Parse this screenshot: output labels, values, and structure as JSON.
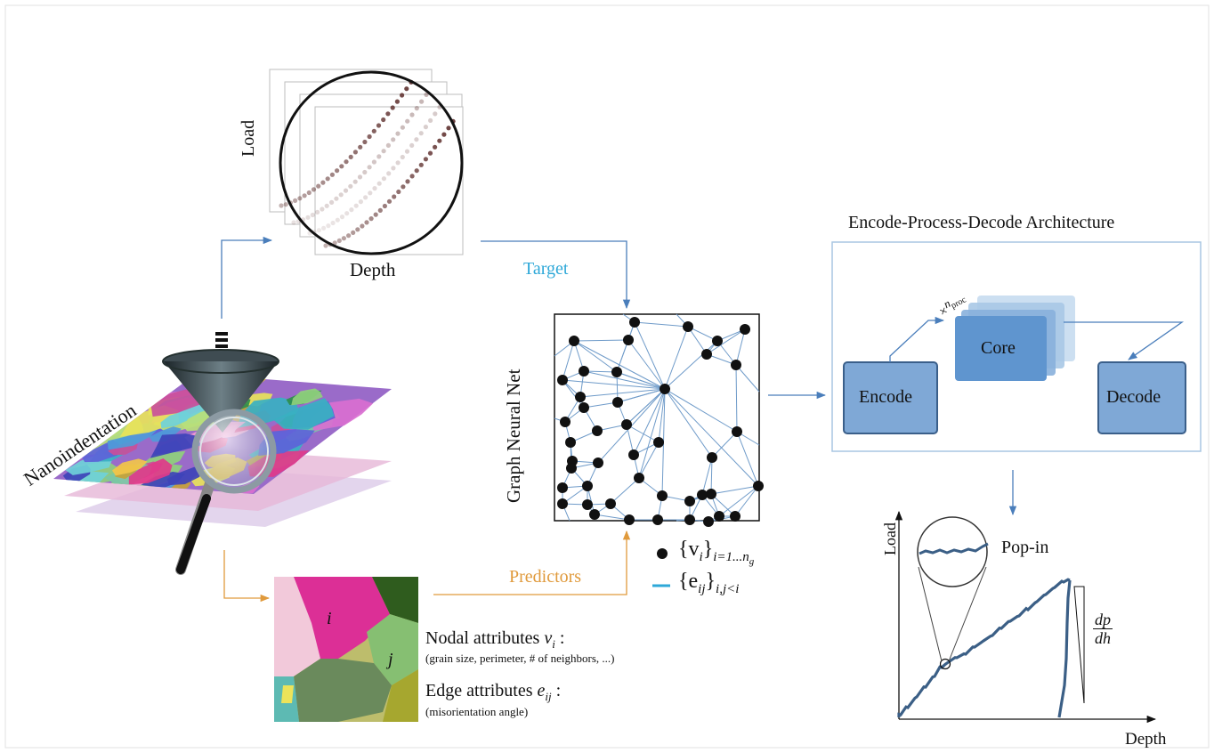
{
  "load_depth_plot": {
    "ylabel": "Load",
    "xlabel": "Depth"
  },
  "nanoindentation": {
    "label": "Nanoindentation"
  },
  "gnn": {
    "label": "Graph Neural Net",
    "target_label": "Target",
    "predictors_label": "Predictors"
  },
  "legend": {
    "node_text": "{v",
    "node_sub": "i",
    "node_range": "i=1...n",
    "node_range_sub": "g",
    "edge_text": "{e",
    "edge_sub": "ij",
    "edge_range": "i,j<i"
  },
  "grain_map": {
    "grain_i": "i",
    "grain_j": "j"
  },
  "attributes": {
    "nodal_title": "Nodal attributes",
    "nodal_var": "v",
    "nodal_var_sub": "i",
    "nodal_details": "(grain size, perimeter, # of neighbors, ...)",
    "edge_title": "Edge attributes",
    "edge_var": "e",
    "edge_var_sub": "ij",
    "edge_details": "(misorientation angle)"
  },
  "architecture": {
    "title": "Encode-Process-Decode Architecture",
    "encode": "Encode",
    "core": "Core",
    "decode": "Decode",
    "repeat": "×",
    "repeat_var": "n",
    "repeat_sub": "proc"
  },
  "output_plot": {
    "ylabel": "Load",
    "xlabel": "Depth",
    "popin": "Pop-in",
    "slope_num": "dp",
    "slope_den": "dh"
  },
  "colors": {
    "arrow_blue": "#4a7ebb",
    "arrow_orange": "#e09a3c",
    "target_text": "#2ea8d8",
    "predictors_text": "#e09a3c",
    "box_blue": "#5b8fc8",
    "curve_blue": "#3b5f86"
  }
}
